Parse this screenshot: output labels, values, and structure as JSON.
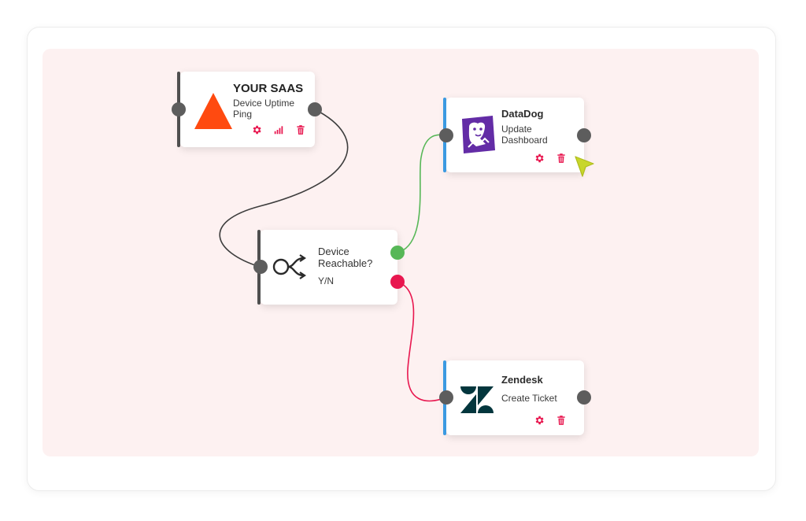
{
  "nodes": {
    "saas": {
      "title": "YOUR SAAS",
      "subtitle_line1": "Device Uptime",
      "subtitle_line2": "Ping",
      "icon": "warning-triangle-icon",
      "actions": [
        "gear-icon",
        "signal-bars-icon",
        "trash-icon"
      ]
    },
    "decision": {
      "title_line1": "Device",
      "title_line2": "Reachable?",
      "subtitle": "Y/N",
      "icon": "branch-split-icon"
    },
    "datadog": {
      "title": "DataDog",
      "subtitle_line1": "Update",
      "subtitle_line2": "Dashboard",
      "icon": "datadog-logo",
      "actions": [
        "gear-icon",
        "trash-icon"
      ]
    },
    "zendesk": {
      "title": "Zendesk",
      "subtitle": "Create Ticket",
      "icon": "zendesk-logo",
      "actions": [
        "gear-icon",
        "trash-icon"
      ]
    }
  },
  "colors": {
    "canvas": "#fdf1f1",
    "accent_red": "#e8174f",
    "success_green": "#57b757",
    "input_bar_blue": "#3b9ae1",
    "port_gray": "#5d5d5d",
    "saas_orange": "#ff4a10",
    "datadog_purple": "#632ca6",
    "zendesk_dark": "#03363d",
    "cursor_yellow": "#c8d62b"
  }
}
